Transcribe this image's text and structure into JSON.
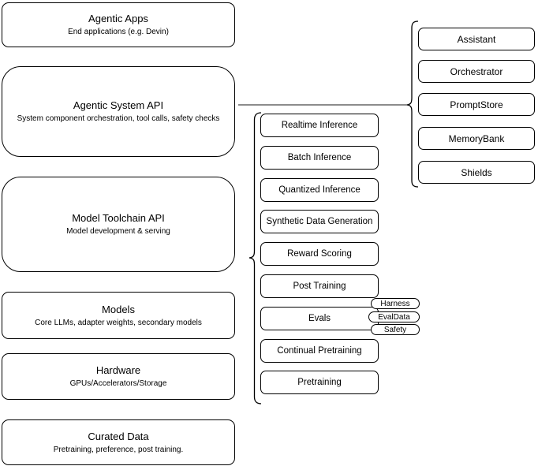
{
  "diagram": {
    "left_stack": [
      {
        "title": "Agentic Apps",
        "subtitle": "End applications (e.g. Devin)"
      },
      {
        "title": "Agentic System API",
        "subtitle": "System component orchestration, tool calls, safety checks"
      },
      {
        "title": "Model Toolchain API",
        "subtitle": "Model development & serving"
      },
      {
        "title": "Models",
        "subtitle": "Core LLMs, adapter weights, secondary models"
      },
      {
        "title": "Hardware",
        "subtitle": "GPUs/Accelerators/Storage"
      },
      {
        "title": "Curated Data",
        "subtitle": "Pretraining, preference, post training."
      }
    ],
    "toolchain_components": [
      "Realtime Inference",
      "Batch Inference",
      "Quantized Inference",
      "Synthetic Data Generation",
      "Reward Scoring",
      "Post Training",
      "Evals",
      "Continual Pretraining",
      "Pretraining"
    ],
    "eval_pills": [
      "Harness",
      "EvalData",
      "Safety"
    ],
    "system_components": [
      "Assistant",
      "Orchestrator",
      "PromptStore",
      "MemoryBank",
      "Shields"
    ],
    "colors": {
      "shape_fill": "#ffffff",
      "shape_stroke": "#000000",
      "connector_stroke": "#666666",
      "background": "#ffffff"
    }
  }
}
